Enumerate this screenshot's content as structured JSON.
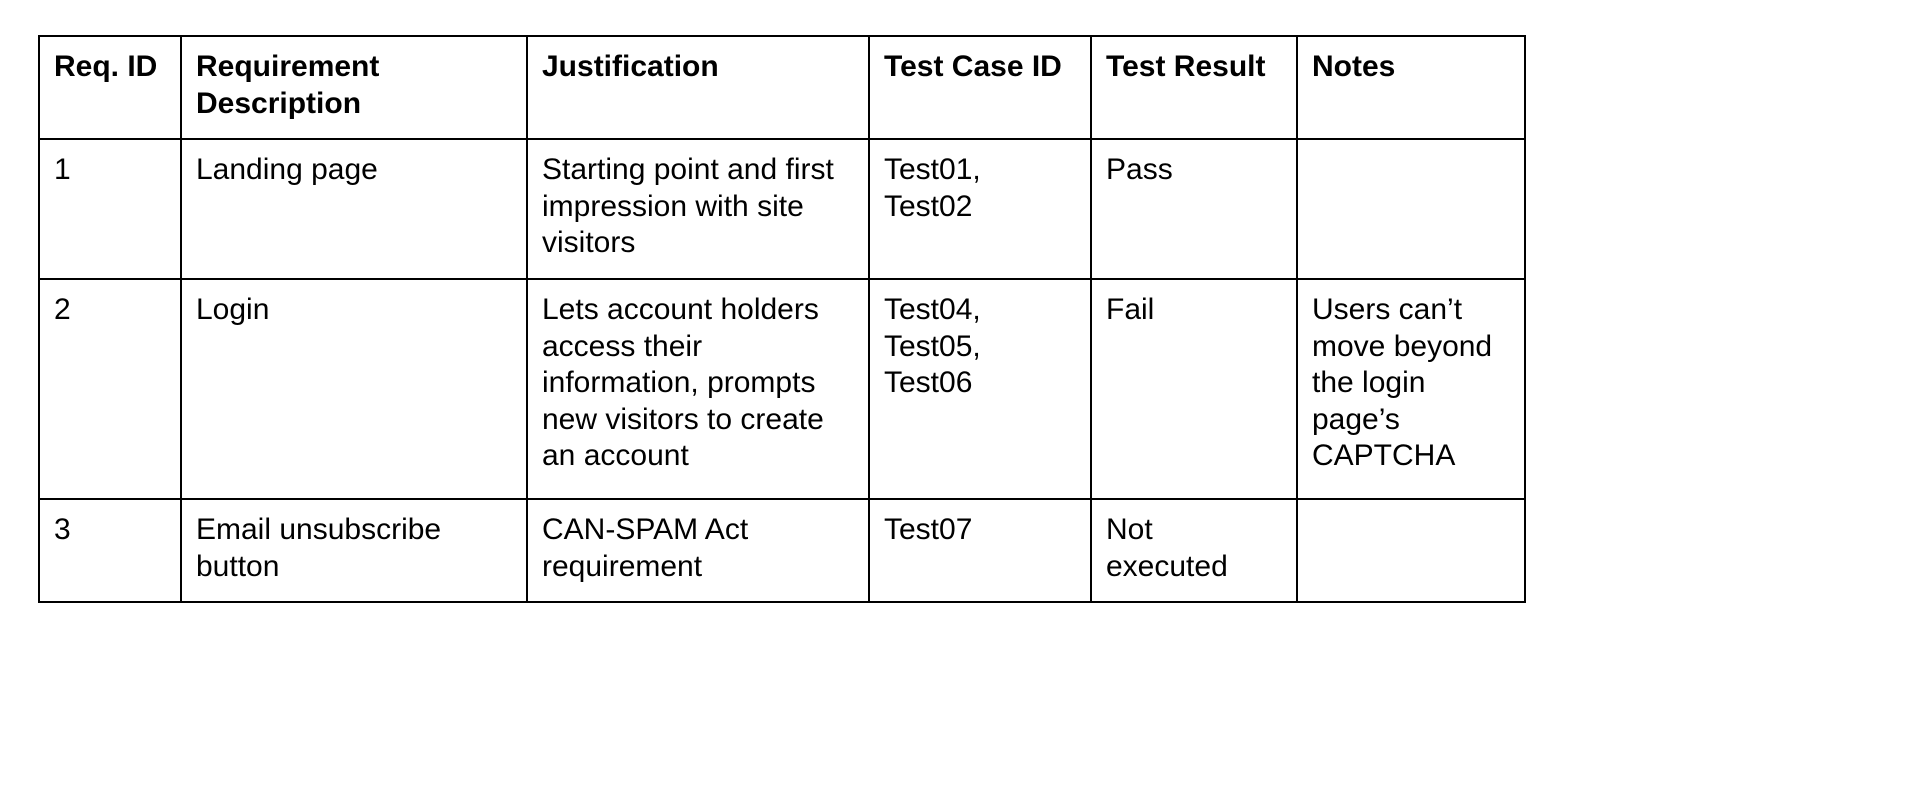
{
  "document": {
    "type": "requirements-traceability-table",
    "background_color": "#ffffff",
    "text_color": "#000000",
    "border_color": "#000000"
  },
  "table": {
    "columns": [
      {
        "key": "req_id",
        "label": "Req. ID"
      },
      {
        "key": "req_desc",
        "label": "Requirement Description"
      },
      {
        "key": "just",
        "label": "Justification"
      },
      {
        "key": "tc_id",
        "label": "Test Case ID"
      },
      {
        "key": "result",
        "label": "Test Result"
      },
      {
        "key": "notes",
        "label": "Notes"
      }
    ],
    "rows": [
      {
        "req_id": "1",
        "req_desc": "Landing page",
        "just": "Starting point and first impression with site visitors",
        "tc_id": "Test01, Test02",
        "result": "Pass",
        "notes": ""
      },
      {
        "req_id": "2",
        "req_desc": "Login",
        "just": "Lets account holders access their information, prompts new visitors to create an account",
        "tc_id": "Test04, Test05, Test06",
        "result": "Fail",
        "notes": "Users can’t move beyond the login page’s CAPTCHA"
      },
      {
        "req_id": "3",
        "req_desc": "Email unsubscribe button",
        "just": "CAN-SPAM Act requirement",
        "tc_id": "Test07",
        "result": "Not executed",
        "notes": ""
      }
    ]
  }
}
